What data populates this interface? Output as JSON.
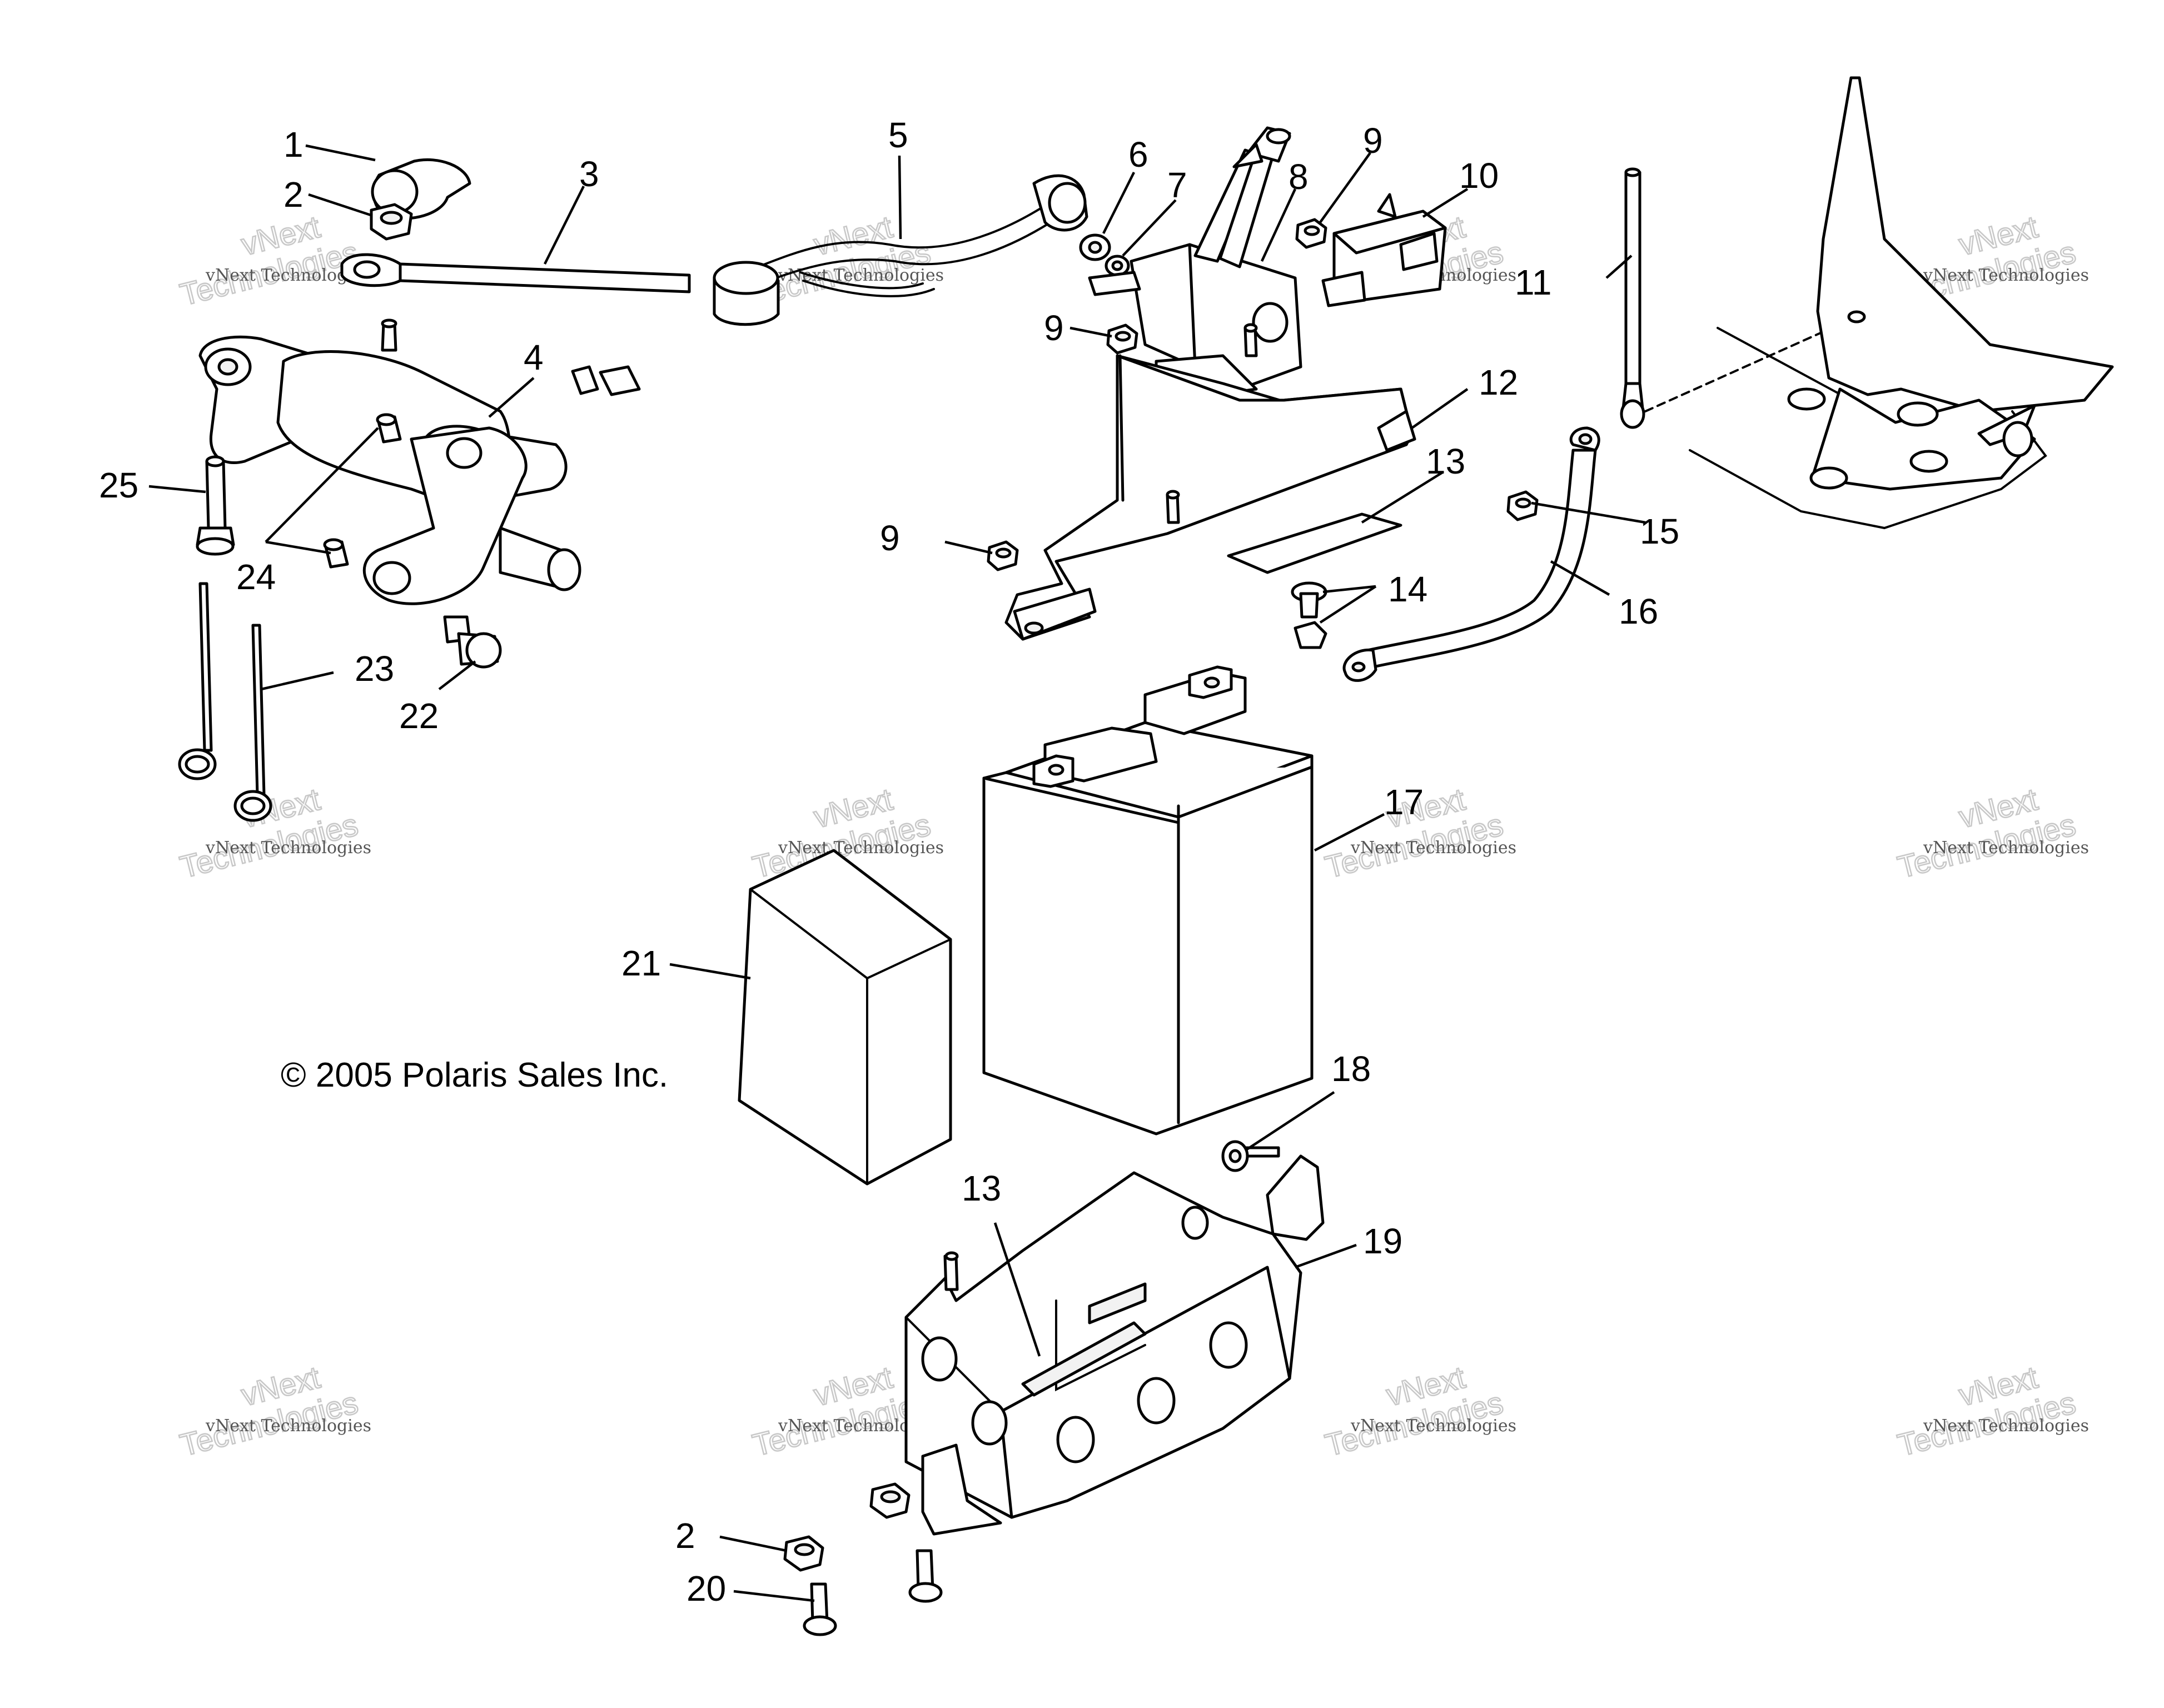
{
  "callouts": {
    "c1": "1",
    "c2a": "2",
    "c3": "3",
    "c4": "4",
    "c5": "5",
    "c6": "6",
    "c7": "7",
    "c8": "8",
    "c9a": "9",
    "c9b": "9",
    "c9c": "9",
    "c10": "10",
    "c11": "11",
    "c12": "12",
    "c13a": "13",
    "c14": "14",
    "c15": "15",
    "c16": "16",
    "c17": "17",
    "c18": "18",
    "c19": "19",
    "c13b": "13",
    "c2b": "2",
    "c20": "20",
    "c21": "21",
    "c22": "22",
    "c23": "23",
    "c24": "24",
    "c25": "25"
  },
  "copyright": "© 2005 Polaris Sales Inc.",
  "watermark": {
    "brand": "vNext",
    "company": "Technologies",
    "line": "vNext Technologies"
  }
}
